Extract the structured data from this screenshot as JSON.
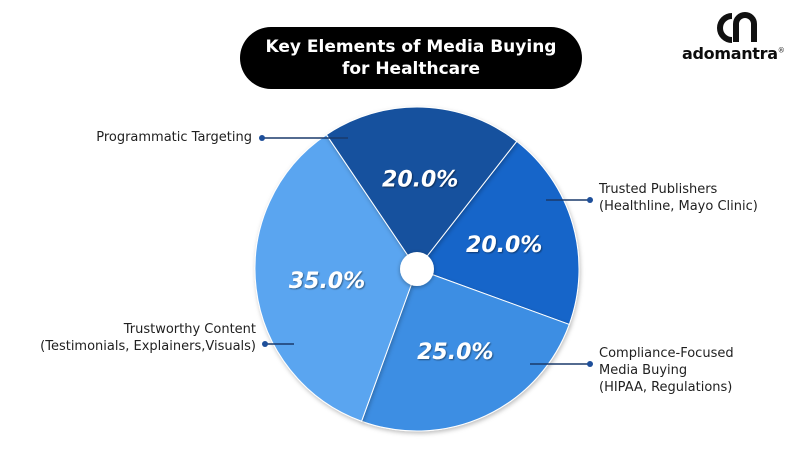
{
  "title": {
    "line1": "Key Elements of Media Buying",
    "line2": "for Healthcare"
  },
  "logo": {
    "mark": "an",
    "wordmark": "adomantra",
    "trademark": "®"
  },
  "colors": {
    "title_bg": "#000000",
    "title_text": "#ffffff",
    "connector": "#1a3a6b",
    "slice_shadow": "rgba(0,0,0,0.25)"
  },
  "chart_data": {
    "type": "pie",
    "start_angle_deg": 38,
    "direction": "clockwise",
    "center_hole": true,
    "slices": [
      {
        "label_lines": [
          "Trusted Publishers",
          "(Healthline, Mayo Clinic)"
        ],
        "value": 20.0,
        "value_label": "20.0%",
        "color": "#1565c9"
      },
      {
        "label_lines": [
          "Compliance-Focused",
          "Media Buying",
          "(HIPAA, Regulations)"
        ],
        "value": 25.0,
        "value_label": "25.0%",
        "color": "#3c8ee3"
      },
      {
        "label_lines": [
          "Trustworthy Content",
          "(Testimonials, Explainers,Visuals)"
        ],
        "value": 35.0,
        "value_label": "35.0%",
        "color": "#5aa5f0"
      },
      {
        "label_lines": [
          "Programmatic Targeting"
        ],
        "value": 20.0,
        "value_label": "20.0%",
        "color": "#12519e"
      }
    ]
  }
}
